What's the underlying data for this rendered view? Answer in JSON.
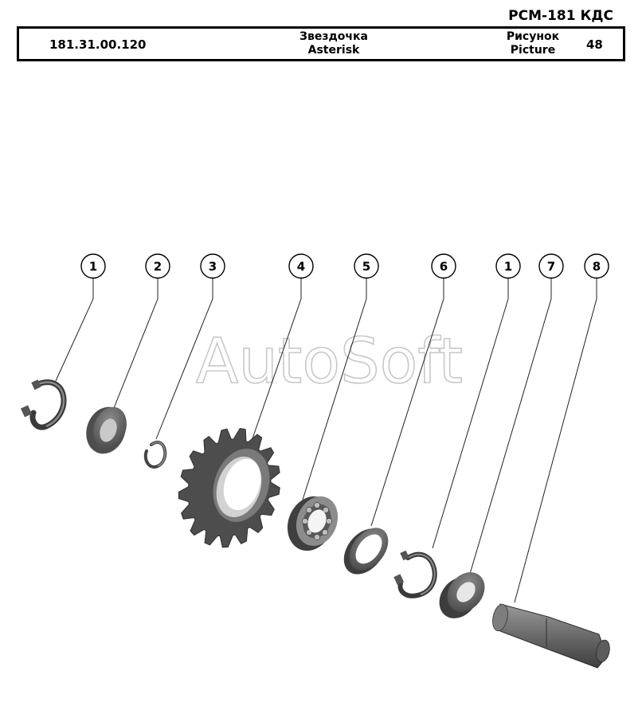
{
  "header": {
    "model": "РСМ-181 КДС",
    "part_code": "181.31.00.120",
    "name_ru": "Звездочка",
    "name_en": "Asterisk",
    "picture_label_ru": "Рисунок",
    "picture_label_en": "Picture",
    "picture_number": "48"
  },
  "watermark": "AutoSoft",
  "callouts": [
    "1",
    "2",
    "3",
    "4",
    "5",
    "6",
    "1",
    "7",
    "8"
  ]
}
